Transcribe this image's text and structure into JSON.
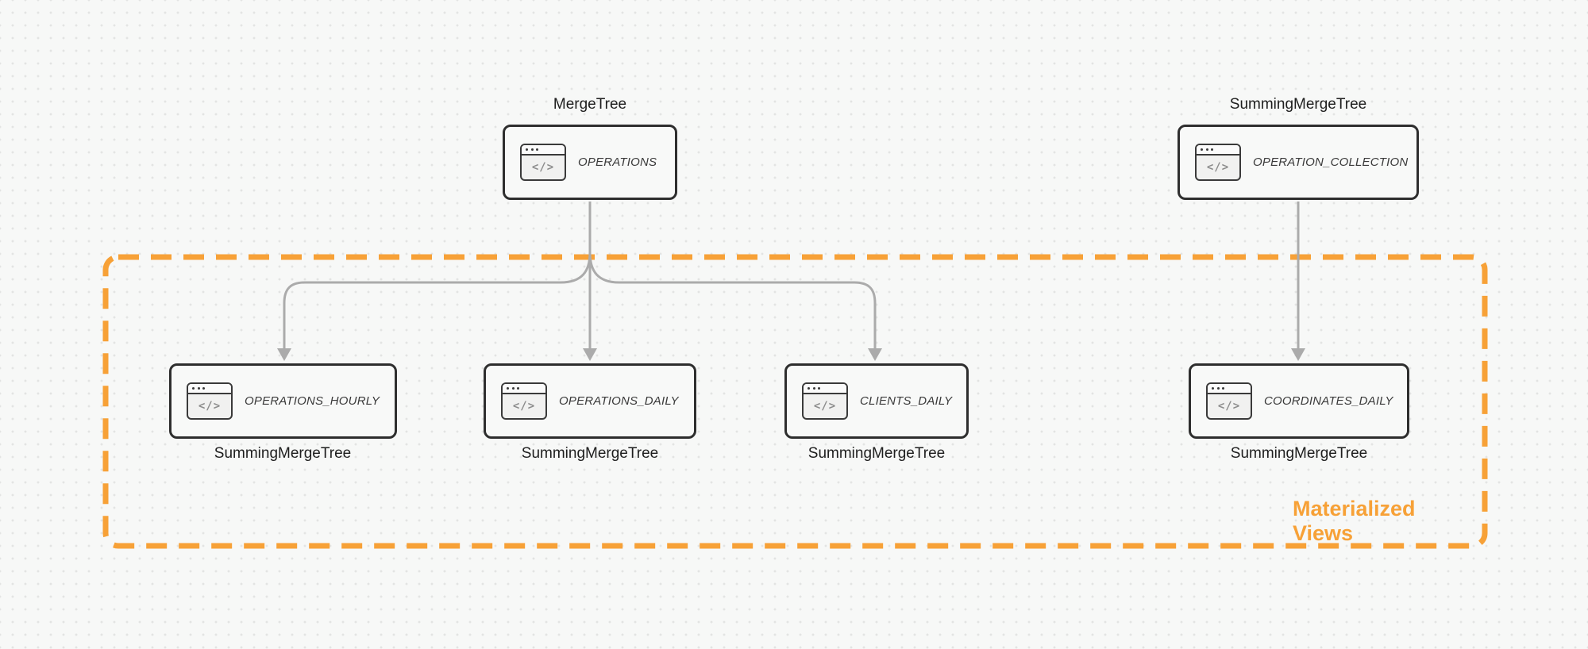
{
  "nodes": [
    {
      "id": "operations",
      "table": "OPERATIONS",
      "engine": "MergeTree"
    },
    {
      "id": "operation_collection",
      "table": "OPERATION_COLLECTION",
      "engine": "SummingMergeTree"
    },
    {
      "id": "operations_hourly",
      "table": "OPERATIONS_HOURLY",
      "engine": "SummingMergeTree"
    },
    {
      "id": "operations_daily",
      "table": "OPERATIONS_DAILY",
      "engine": "SummingMergeTree"
    },
    {
      "id": "clients_daily",
      "table": "CLIENTS_DAILY",
      "engine": "SummingMergeTree"
    },
    {
      "id": "coordinates_daily",
      "table": "COORDINATES_DAILY",
      "engine": "SummingMergeTree"
    }
  ],
  "edges": [
    {
      "from": "OPERATIONS",
      "to": "OPERATIONS_HOURLY"
    },
    {
      "from": "OPERATIONS",
      "to": "OPERATIONS_DAILY"
    },
    {
      "from": "OPERATIONS",
      "to": "CLIENTS_DAILY"
    },
    {
      "from": "OPERATION_COLLECTION",
      "to": "COORDINATES_DAILY"
    }
  ],
  "group": {
    "label": "Materialized Views"
  },
  "icon": {
    "name": "code-window-icon",
    "glyph": "</>"
  },
  "colors": {
    "accent_orange": "#F7A137",
    "connector_gray": "#ABABAB",
    "node_border": "#2E2E2E",
    "node_fill": "#F8F9F8",
    "canvas_bg": "#F7F8F7",
    "dot_grid": "#E3E4E3",
    "engine_text": "#1E1E1E",
    "table_text": "#3A3A3A"
  }
}
